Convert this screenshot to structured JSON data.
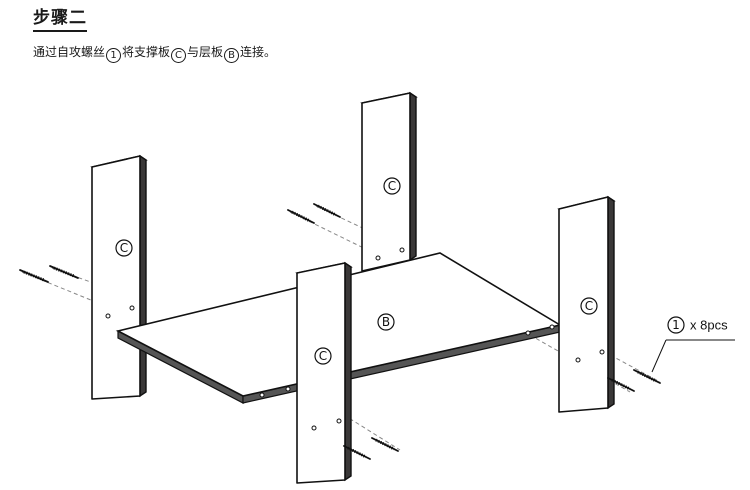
{
  "step_title": "步骤二",
  "instruction": {
    "part1": "通过自攻螺丝",
    "screw_mark": "1",
    "part2": "将支撑板",
    "support_mark": "C",
    "part3": "与层板",
    "shelf_mark": "B",
    "part4": "连接。"
  },
  "diagram": {
    "support_label": "C",
    "shelf_label": "B",
    "screw_label": "1",
    "quantity": "x 8pcs"
  }
}
